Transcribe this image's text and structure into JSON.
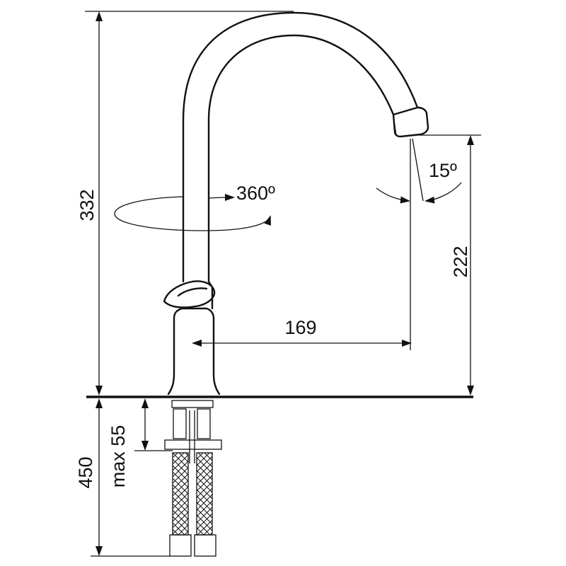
{
  "dimensions": {
    "total_height": "332",
    "spout_outlet_height": "222",
    "spout_reach": "169",
    "swivel_angle": "360º",
    "aerator_tilt": "15º",
    "hose_length": "450",
    "max_thread_length": "max 55"
  },
  "colors": {
    "line": "#111111",
    "background": "#ffffff"
  }
}
